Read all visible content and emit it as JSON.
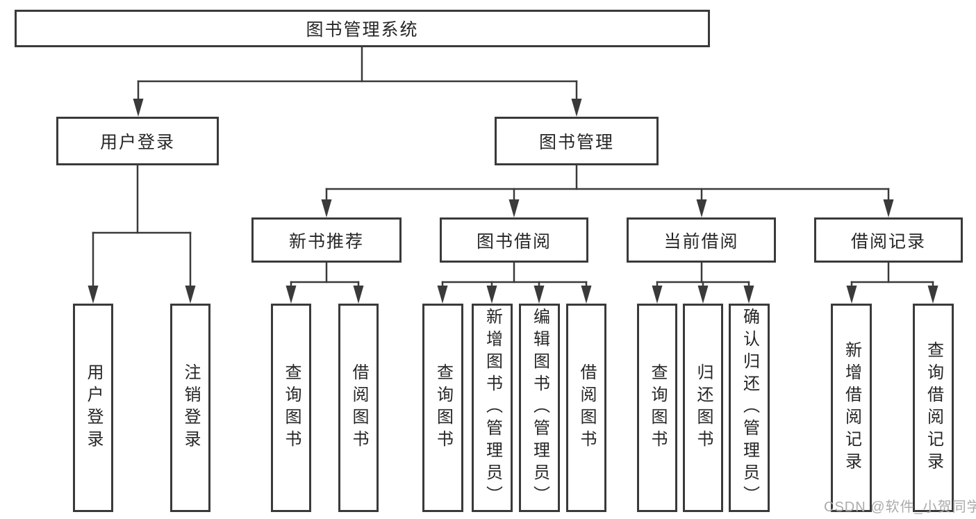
{
  "diagram": {
    "title": "图书管理系统",
    "watermark": "CSDN @软件_小贺同学",
    "colors": {
      "line": "#3a3a3a",
      "text": "#262626",
      "watermark": "#ababab",
      "background": "#ffffff"
    },
    "tree": {
      "id": "root",
      "label": "图书管理系统",
      "children": [
        {
          "id": "user-login",
          "label": "用户登录",
          "children": [
            {
              "id": "leaf-user-login",
              "label": "用户登录"
            },
            {
              "id": "leaf-logout",
              "label": "注销登录"
            }
          ]
        },
        {
          "id": "book-mgmt",
          "label": "图书管理",
          "children": [
            {
              "id": "new-book-rec",
              "label": "新书推荐",
              "children": [
                {
                  "id": "leaf-query-book-1",
                  "label": "查询图书"
                },
                {
                  "id": "leaf-borrow-book-1",
                  "label": "借阅图书"
                }
              ]
            },
            {
              "id": "book-borrow",
              "label": "图书借阅",
              "children": [
                {
                  "id": "leaf-query-book-2",
                  "label": "查询图书"
                },
                {
                  "id": "leaf-add-book",
                  "label": "新增图书（管理员）"
                },
                {
                  "id": "leaf-edit-book",
                  "label": "编辑图书（管理员）"
                },
                {
                  "id": "leaf-borrow-book-2",
                  "label": "借阅图书"
                }
              ]
            },
            {
              "id": "current-borrow",
              "label": "当前借阅",
              "children": [
                {
                  "id": "leaf-query-book-3",
                  "label": "查询图书"
                },
                {
                  "id": "leaf-return-book",
                  "label": "归还图书"
                },
                {
                  "id": "leaf-confirm-return",
                  "label": "确认归还（管理员）"
                }
              ]
            },
            {
              "id": "borrow-record",
              "label": "借阅记录",
              "children": [
                {
                  "id": "leaf-add-borrow-record",
                  "label": "新增借阅记录"
                },
                {
                  "id": "leaf-query-borrow-record",
                  "label": "查询借阅记录"
                }
              ]
            }
          ]
        }
      ]
    }
  }
}
